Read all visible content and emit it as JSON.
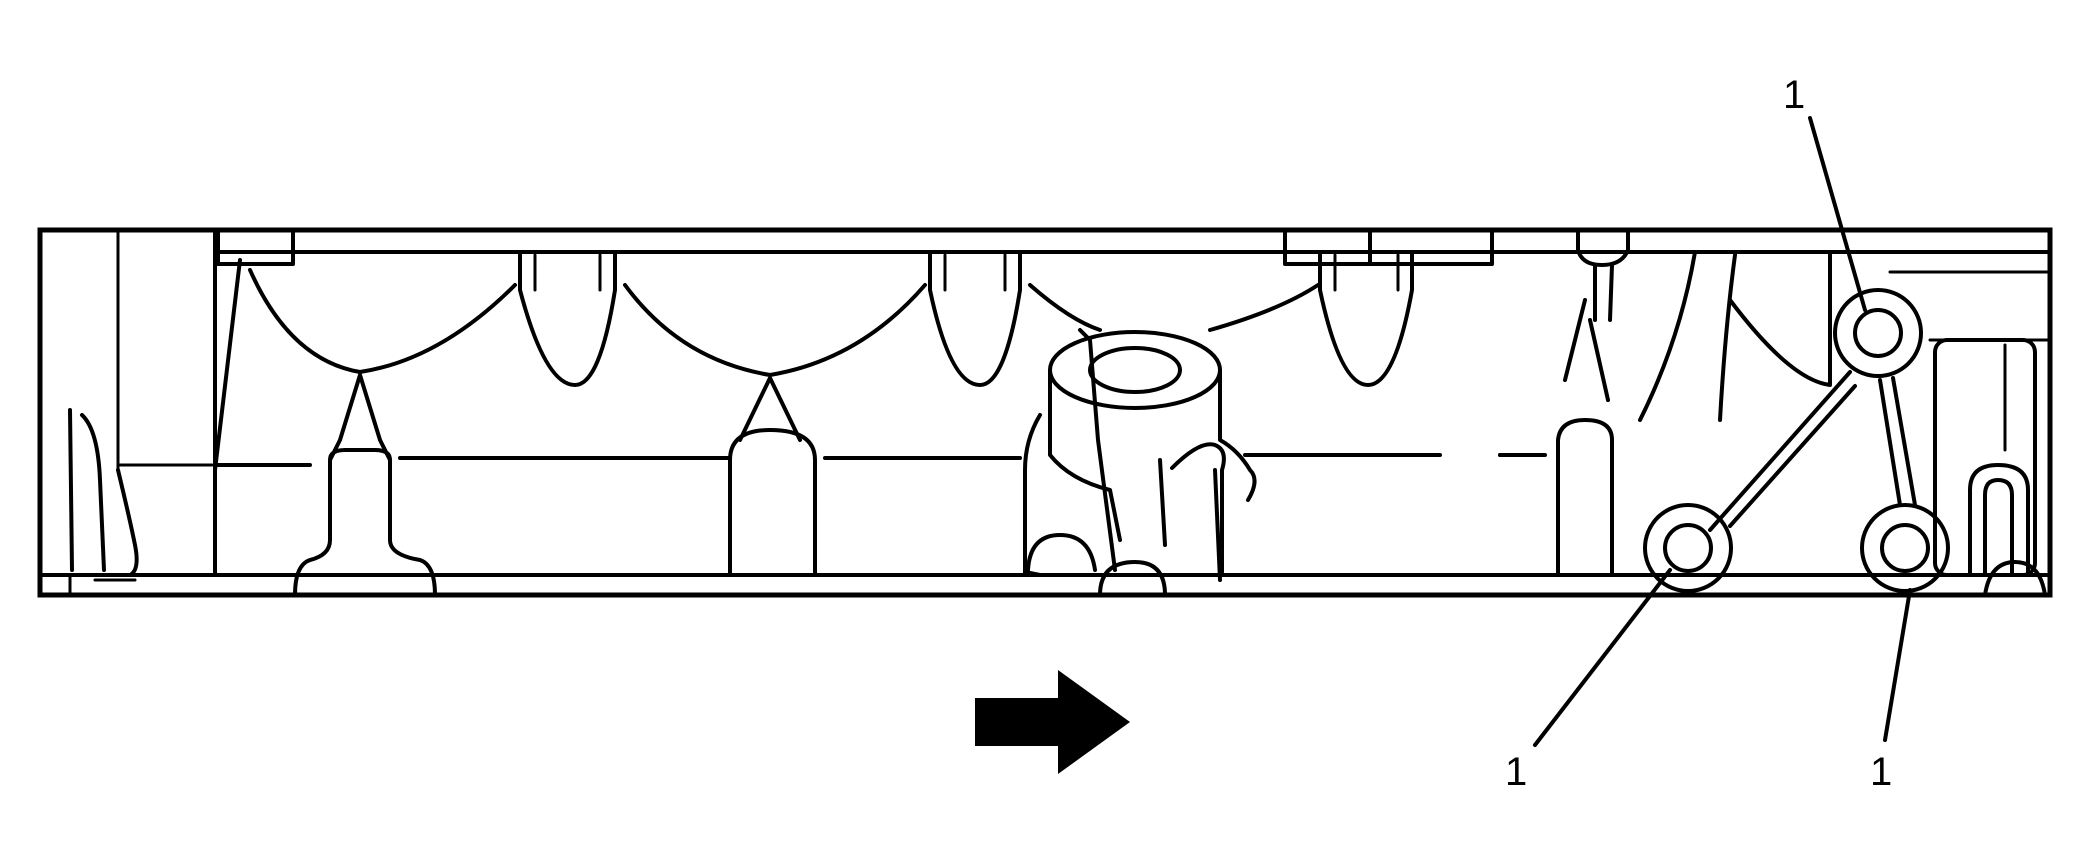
{
  "diagram": {
    "callouts": [
      {
        "id": "top-right",
        "label": "1"
      },
      {
        "id": "bottom-left",
        "label": "1"
      },
      {
        "id": "bottom-right",
        "label": "1"
      }
    ],
    "arrow": {
      "direction": "right",
      "color": "#000000"
    }
  }
}
